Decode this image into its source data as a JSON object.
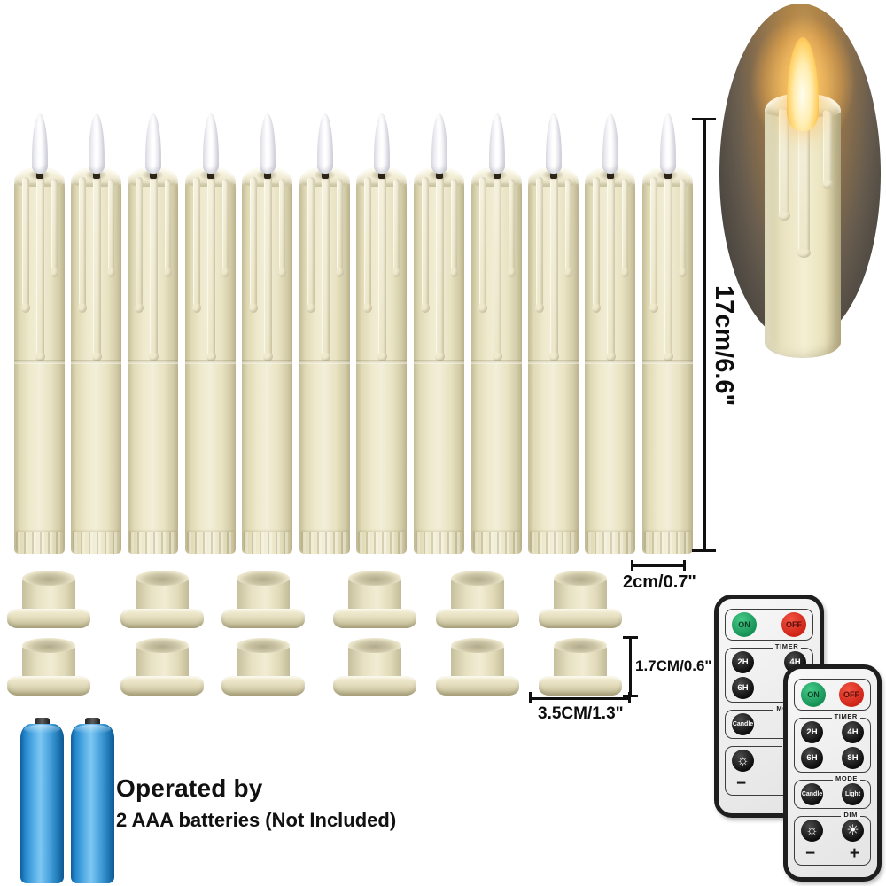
{
  "product_overview": {
    "candle_count": 12,
    "holders_per_row": 6,
    "holder_rows": 2,
    "battery_count": 2,
    "remote_count": 2
  },
  "dimensions": {
    "candle_height": "17cm/6.6\"",
    "candle_diameter": "2cm/0.7\"",
    "holder_height": "1.7CM/0.6\"",
    "holder_diameter": "3.5CM/1.3\""
  },
  "battery_note": {
    "line1": "Operated by",
    "line2": "2 AAA batteries (Not Included)"
  },
  "remote": {
    "on_label": "ON",
    "off_label": "OFF",
    "timer_label": "TIMER",
    "timer_buttons": [
      "2H",
      "4H",
      "6H",
      "8H"
    ],
    "mode_label": "MODE",
    "mode_buttons": [
      "Candle",
      "Light"
    ],
    "dim_label": "DIM",
    "dim_decrease": "−",
    "dim_increase": "+",
    "icons": {
      "dim_low": {
        "name": "sun-dim-icon",
        "glyph": "☼"
      },
      "dim_high": {
        "name": "sun-bright-icon",
        "glyph": "☀"
      }
    }
  },
  "colors": {
    "background": "#ffffff",
    "candle_ivory": "#eee8cb",
    "flame_tip_white": "#f4f4f8",
    "photo_flame_amber": "#ffd166",
    "photo_backdrop_brown": "#6b5c49",
    "battery_blue": "#3f9fdf",
    "remote_body_gray": "#efefef",
    "on_button_green": "#21a563",
    "off_button_red": "#df2e22",
    "annotation_black": "#111111"
  }
}
